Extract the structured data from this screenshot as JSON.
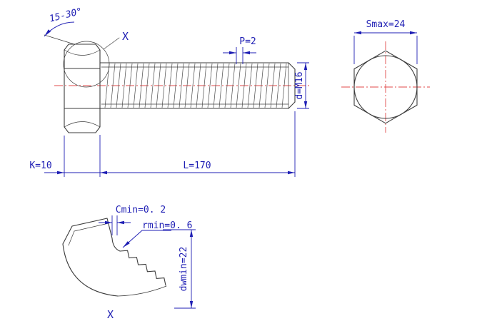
{
  "colors": {
    "dimension_blue": "#1e1eb4",
    "centerline_red": "#e04848",
    "geometry_dark": "#3c3c3c"
  },
  "side_view": {
    "chamfer_angle": "15-30°",
    "detail_ref": "X",
    "thread_pitch": "P=2",
    "thread_diameter": "d=M16",
    "head_height": "K=10",
    "length": "L=170"
  },
  "end_view": {
    "width_across_flats": "Smax=24"
  },
  "detail_view": {
    "washer_face_thickness": "Cmin=0. 2",
    "fillet_radius": "rmin=0. 6",
    "bearing_diameter": "dwmin=22",
    "detail_ref": "X"
  }
}
